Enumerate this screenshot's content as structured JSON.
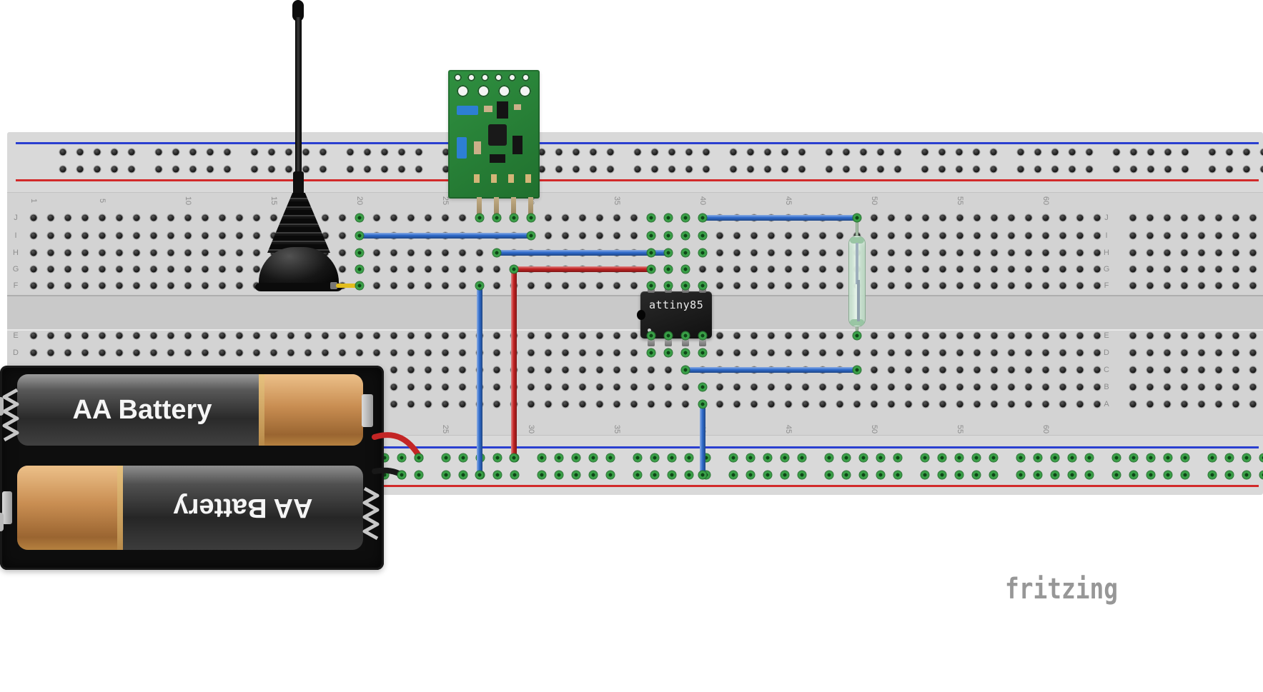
{
  "app": {
    "watermark": "fritzing"
  },
  "breadboard": {
    "column_numbers": [
      1,
      5,
      10,
      15,
      20,
      25,
      30,
      35,
      40,
      45,
      50,
      55,
      60
    ],
    "row_letters_top": [
      "J",
      "I",
      "H",
      "G",
      "F"
    ],
    "row_letters_bottom": [
      "E",
      "D",
      "C",
      "B",
      "A"
    ]
  },
  "components": {
    "battery_holder": {
      "battery_top_label": "AA Battery",
      "battery_bottom_label": "AA Battery"
    },
    "microcontroller": {
      "label": "attiny85"
    }
  },
  "colors": {
    "board": "#d4d4d4",
    "rail_blue": "#2a3fd0",
    "rail_red": "#d22a2a",
    "wire_blue": "#2f6bcc",
    "wire_red": "#c32222",
    "connection_green": "#3aa94a",
    "pcb_green": "#2f9040",
    "battery_copper": "#c98e52"
  }
}
